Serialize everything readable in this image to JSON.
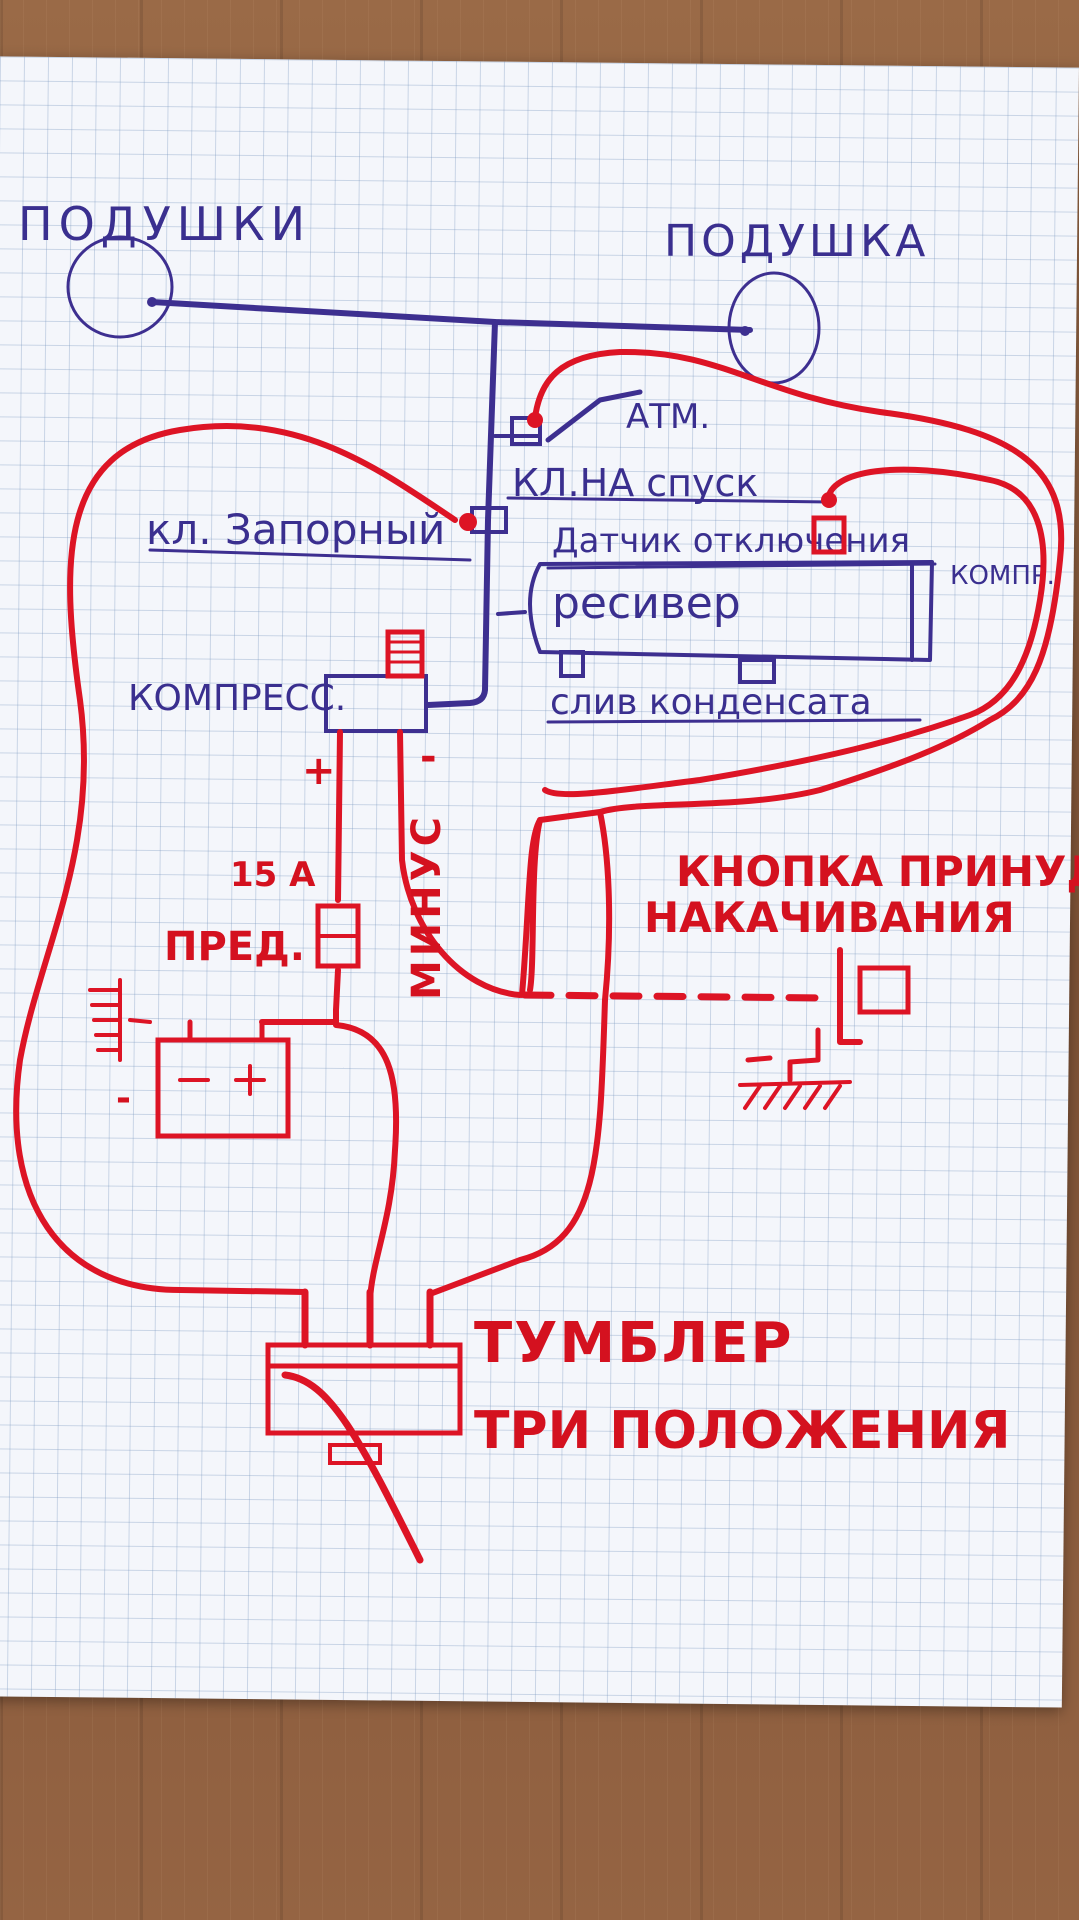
{
  "labels": {
    "cushions_left": "ПОДУШКИ",
    "cushion_right": "ПОДУШКА",
    "atm": "АТМ.",
    "valve_release": "КЛ.НА спуск",
    "valve_shutoff": "кл. Запорный",
    "pressure_sensor": "Датчик отключения",
    "compressor_short": "КОМПР.",
    "receiver": "ресивер",
    "condensate_drain": "слив конденсата",
    "compressor": "КОМПРЕСС.",
    "plus": "+",
    "minus_sign": "-",
    "minus_word": "МИНУС",
    "fuse_rating": "15 А",
    "fuse": "ПРЕД.",
    "battery_minus": "-",
    "battery_plus": "+",
    "battery_ground": "-",
    "button_line1": "КНОПКА ПРИНУДИ-",
    "button_line2": "НАКАЧИВАНИЯ",
    "toggle_line1": "ТУМБЛЕР",
    "toggle_line2": "ТРИ ПОЛОЖЕНИЯ"
  },
  "colors": {
    "blue_ink": "#3d2f90",
    "red_ink": "#dd1425",
    "paper": "#f4f6fb",
    "wood": "#8a5a3a"
  }
}
